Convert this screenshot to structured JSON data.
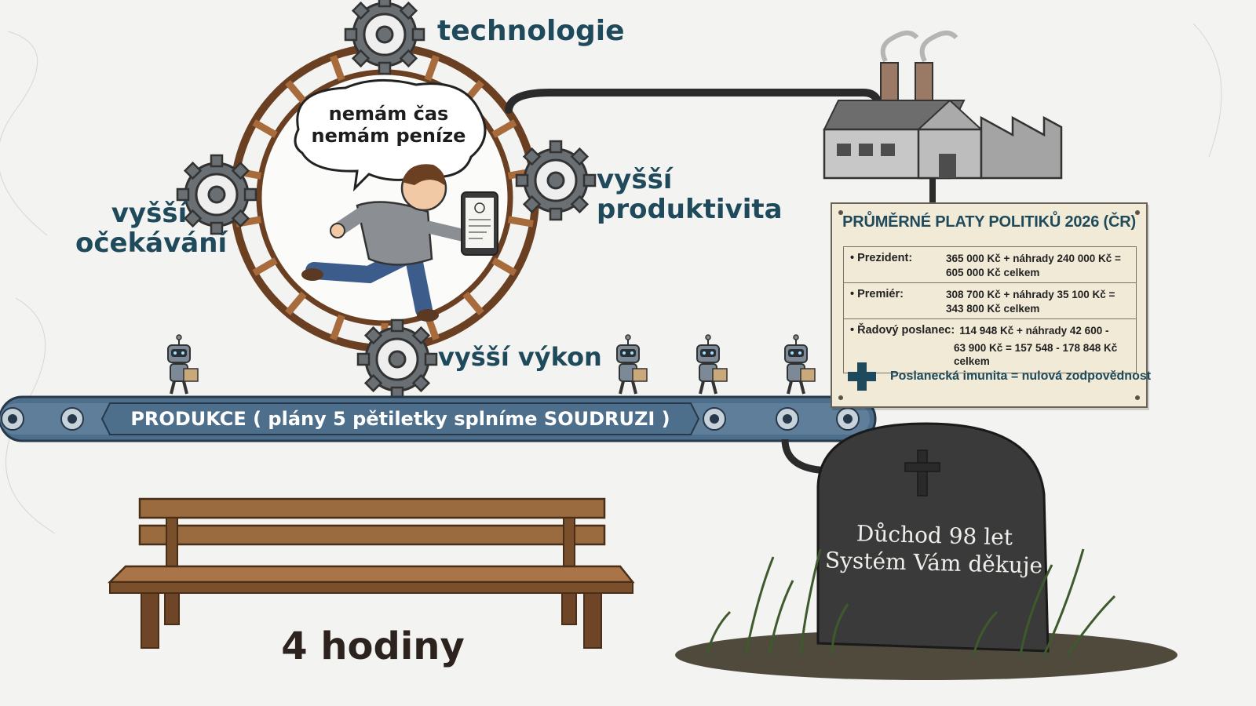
{
  "labels": {
    "technologie": "technologie",
    "produktivita": "vyšší\nproduktivita",
    "ocekavani": "vyšší\nočekávání",
    "vykon": "vyšší výkon"
  },
  "speech_bubble": {
    "text": "nemám čas\nnemám peníze"
  },
  "conveyor": {
    "text": "PRODUKCE ( plány 5 pětiletky splníme SOUDRUZI )"
  },
  "bench": {
    "caption": "4 hodiny"
  },
  "tombstone": {
    "text": "Důchod 98 let\nSystém Vám děkuje"
  },
  "salary_sign": {
    "title": "PRŮMĚRNÉ PLATY POLITIKŮ 2026 (ČR)",
    "rows": [
      {
        "role": "• Prezident:",
        "value": "365 000 Kč + náhrady 240 000 Kč = 605 000 Kč celkem"
      },
      {
        "role": "• Premiér:",
        "value": "308 700 Kč + náhrady 35 100 Kč = 343 800 Kč celkem"
      },
      {
        "role": "• Řadový poslanec:",
        "value": "114 948 Kč + náhrady 42 600 -",
        "value2": "63 900 Kč = 157 548 - 178 848 Kč celkem"
      }
    ],
    "footer": "Poslanecká imunita = nulová zodpovědnost"
  },
  "colors": {
    "accent": "#1f4a5c",
    "conveyor": "#4d6f8c",
    "wood": "#8a5a32",
    "stone": "#3a3a3a",
    "background": "#f3f3f1"
  },
  "icons": [
    "gear-icon",
    "factory-icon",
    "robot-icon",
    "plus-icon",
    "cross-icon",
    "bench-icon",
    "phone-icon"
  ]
}
